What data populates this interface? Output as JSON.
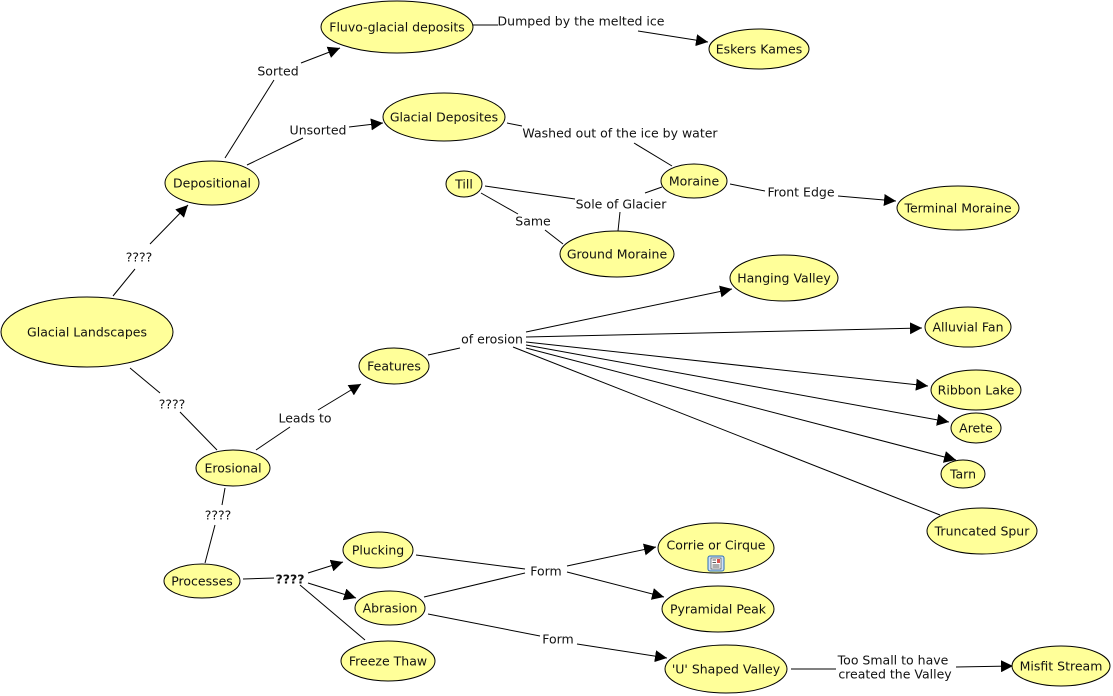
{
  "title": "Glacial Landscapes concept map",
  "colors": {
    "node_fill": "#ffff99",
    "node_stroke": "#000000",
    "line": "#000000"
  },
  "nodes": {
    "glacial_landscapes": "Glacial Landscapes",
    "depositional": "Depositional",
    "fluvo_glacial": "Fluvo-glacial deposits",
    "eskers_kames": "Eskers Kames",
    "glacial_deposites": "Glacial Deposites",
    "moraine": "Moraine",
    "till": "Till",
    "ground_moraine": "Ground Moraine",
    "terminal_moraine": "Terminal Moraine",
    "erosional": "Erosional",
    "features": "Features",
    "hanging_valley": "Hanging Valley",
    "alluvial_fan": "Alluvial Fan",
    "ribbon_lake": "Ribbon Lake",
    "arete": "Arete",
    "tarn": "Tarn",
    "truncated_spur": "Truncated Spur",
    "processes": "Processes",
    "plucking": "Plucking",
    "abrasion": "Abrasion",
    "freeze_thaw": "Freeze Thaw",
    "corrie": "Corrie or Cirque",
    "pyramidal_peak": "Pyramidal Peak",
    "u_valley": "'U' Shaped Valley",
    "misfit_stream": "Misfit Stream"
  },
  "links": {
    "gl_dep": "????",
    "gl_ero": "????",
    "sorted": "Sorted",
    "unsorted": "Unsorted",
    "dumped": "Dumped by the melted ice",
    "washed": "Washed out of the ice by water",
    "sole": "Sole of Glacier",
    "same": "Same",
    "front_edge": "Front Edge",
    "leads_to": "Leads to",
    "of_erosion": "of erosion",
    "ero_proc": "????",
    "proc_types": "????",
    "form1": "Form",
    "form2": "Form",
    "too_small_1": "Too Small to have",
    "too_small_2": "created the Valley"
  },
  "attachments": {
    "corrie_resource_icon": "resource-document-icon"
  }
}
